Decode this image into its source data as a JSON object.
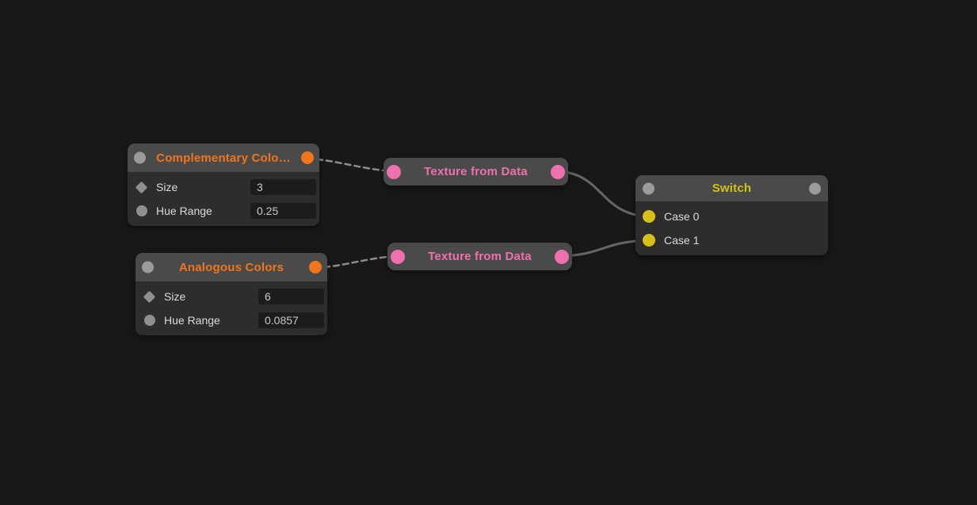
{
  "colors": {
    "background": "#191717",
    "node_header": "#4a4a4a",
    "node_body": "#2e2c2c",
    "input_field_bg": "#1c1c1c",
    "orange_accent": "#f0751c",
    "pink_accent": "#ee71ad",
    "yellow_accent": "#d4c11c",
    "port_gray": "#9b9b9b",
    "wire_dashed": "#8c8c8c",
    "wire_solid": "#666666"
  },
  "nodes": {
    "complementary": {
      "title": "Complementary Colo…",
      "params": [
        {
          "icon": "diamond-icon",
          "label": "Size",
          "value": "3"
        },
        {
          "icon": "circle-icon",
          "label": "Hue Range",
          "value": "0.25"
        }
      ]
    },
    "analogous": {
      "title": "Analogous Colors",
      "params": [
        {
          "icon": "diamond-icon",
          "label": "Size",
          "value": "6"
        },
        {
          "icon": "circle-icon",
          "label": "Hue Range",
          "value": "0.0857"
        }
      ]
    },
    "texture_top": {
      "title": "Texture from Data"
    },
    "texture_bottom": {
      "title": "Texture from Data"
    },
    "switch": {
      "title": "Switch",
      "cases": [
        {
          "label": "Case 0"
        },
        {
          "label": "Case 1"
        }
      ]
    }
  }
}
